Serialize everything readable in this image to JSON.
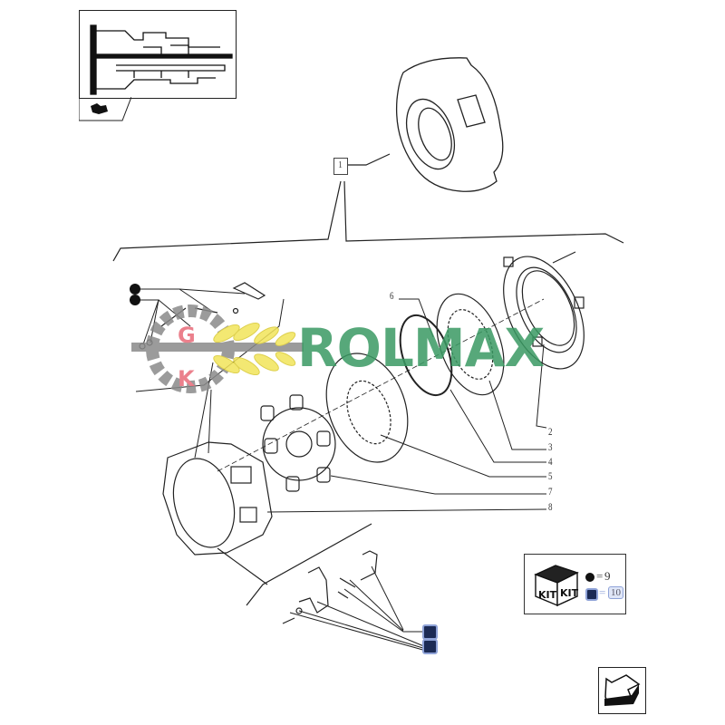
{
  "diagram": {
    "type": "exploded-parts-diagram",
    "subject": "clutch assembly",
    "overview_thumbnail": {
      "name": "transmission-cross-section",
      "nav_icon": "go-to-arrow-icon"
    },
    "reference_box": {
      "label": "1"
    },
    "callouts": [
      {
        "id": "6",
        "label": "6"
      },
      {
        "id": "2",
        "label": "2"
      },
      {
        "id": "3",
        "label": "3"
      },
      {
        "id": "4",
        "label": "4"
      },
      {
        "id": "5",
        "label": "5"
      },
      {
        "id": "7",
        "label": "7"
      },
      {
        "id": "8",
        "label": "8"
      }
    ],
    "legend_kit": {
      "box_labels": [
        "KIT",
        "KIT"
      ],
      "rows": [
        {
          "symbol": "black-dot",
          "eq": "=",
          "value": "9"
        },
        {
          "symbol": "blue-square",
          "eq": "=",
          "value": "10"
        }
      ]
    },
    "markers": {
      "black_dots": 2,
      "blue_squares": 2
    },
    "watermark": {
      "brand": "ROLMAX",
      "logo_letters": [
        "G",
        "K"
      ],
      "colors": {
        "text": "#3a9a63",
        "wheat": "#f2e45a",
        "gear": "#8a8a8a",
        "letters": "#e86a78"
      }
    },
    "next_page_button": {
      "icon": "next-page-arrow-icon"
    }
  }
}
